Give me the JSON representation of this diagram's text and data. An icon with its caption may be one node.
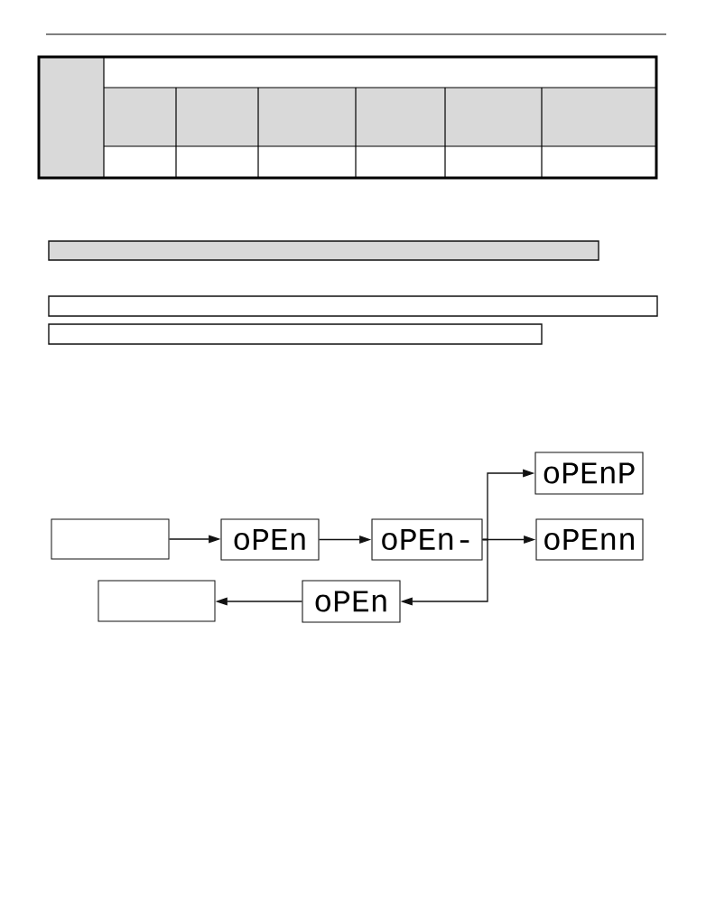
{
  "diagram": {
    "nodes": [
      {
        "text": [],
        "shape": "bar"
      },
      {
        "text": [],
        "shape": "bar"
      },
      {
        "text": [],
        "shape": "bar"
      },
      {
        "text": [
          "oPEnP"
        ]
      },
      {
        "text": [],
        "shape": "box"
      },
      {
        "text": [
          "oPEn"
        ]
      },
      {
        "text": [
          "oPEn-"
        ]
      },
      {
        "text": [
          "oPEnn"
        ]
      },
      {
        "text": [],
        "shape": "box"
      },
      {
        "text": [
          "oPEn"
        ]
      }
    ],
    "edges": [
      {
        "from": 4,
        "to": 5,
        "arrow": "to"
      },
      {
        "from": 5,
        "to": 6,
        "arrow": "to"
      },
      {
        "from": 6,
        "to": 3,
        "arrow": "to"
      },
      {
        "from": 6,
        "to": 7,
        "arrow": "to"
      },
      {
        "from": 6,
        "to": 9,
        "arrow": "to"
      },
      {
        "from": 9,
        "to": 8,
        "arrow": "to"
      }
    ]
  }
}
